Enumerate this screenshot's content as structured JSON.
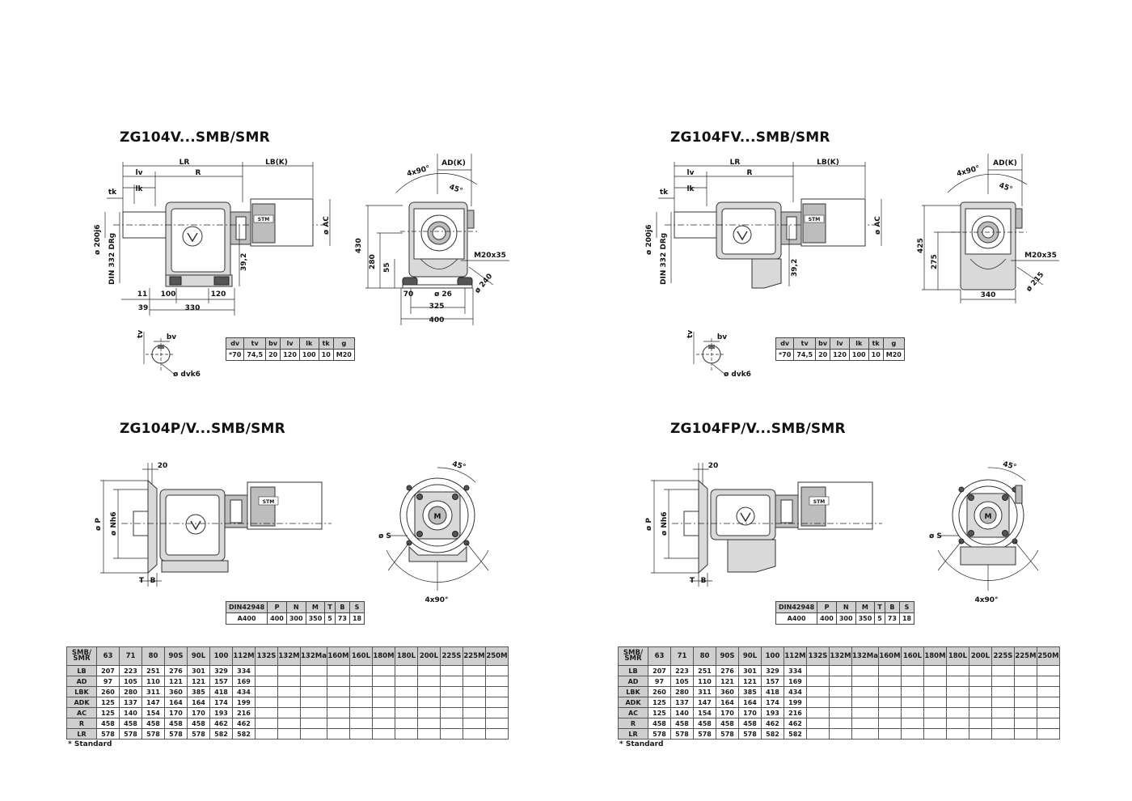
{
  "panels": [
    {
      "title": "ZG104V...SMB/SMR",
      "side_labels": {
        "lr": "LR",
        "lv": "lv",
        "r": "R",
        "lb": "LB(K)",
        "lk": "lk",
        "tk": "tk",
        "shaft": "ø 200j6",
        "din": "DIN 332 DRg",
        "ac": "ø AC",
        "h392": "39,2",
        "d11": "11",
        "d100": "100",
        "d120": "120",
        "d39": "39",
        "d330": "330"
      },
      "front_labels": {
        "angle": "4x90°",
        "adk": "AD(K)",
        "a45": "45°",
        "h_total": "430",
        "h_axis": "280",
        "h_foot": "55",
        "thread": "M20x35",
        "circle": "ø 240",
        "w70": "70",
        "hole": "ø 26",
        "w325": "325",
        "w400": "400"
      },
      "key_labels": {
        "tv": "tv",
        "bv": "bv",
        "dvk": "ø dvk6"
      },
      "key_table": {
        "headers": [
          "dv",
          "tv",
          "bv",
          "lv",
          "lk",
          "tk",
          "g"
        ],
        "values": [
          "*70",
          "74,5",
          "20",
          "120",
          "100",
          "10",
          "M20"
        ]
      }
    },
    {
      "title": "ZG104FV...SMB/SMR",
      "side_labels": {
        "lr": "LR",
        "lv": "lv",
        "r": "R",
        "lb": "LB(K)",
        "lk": "lk",
        "tk": "tk",
        "shaft": "ø 200j6",
        "din": "DIN 332 DRg",
        "ac": "ø AC",
        "h392": "39,2"
      },
      "front_labels": {
        "angle": "4x90°",
        "adk": "AD(K)",
        "a45": "45°",
        "h_total": "425",
        "h_axis": "275",
        "thread": "M20x35",
        "circle": "ø 215",
        "w340": "340"
      },
      "key_labels": {
        "tv": "tv",
        "bv": "bv",
        "dvk": "ø dvk6"
      },
      "key_table": {
        "headers": [
          "dv",
          "tv",
          "bv",
          "lv",
          "lk",
          "tk",
          "g"
        ],
        "values": [
          "*70",
          "74,5",
          "20",
          "120",
          "100",
          "10",
          "M20"
        ]
      }
    },
    {
      "title": "ZG104P/V...SMB/SMR",
      "side_labels": {
        "d20": "20",
        "p": "ø P",
        "n": "ø Nh6",
        "t": "T",
        "b": "B"
      },
      "front_labels": {
        "a45": "45°",
        "s": "ø S",
        "angle": "4x90°"
      },
      "flange_table": {
        "headers": [
          "DIN42948",
          "P",
          "N",
          "M",
          "T",
          "B",
          "S"
        ],
        "values": [
          "A400",
          "400",
          "300",
          "350",
          "5",
          "73",
          "18"
        ]
      }
    },
    {
      "title": "ZG104FP/V...SMB/SMR",
      "side_labels": {
        "d20": "20",
        "p": "ø P",
        "n": "ø Nh6",
        "t": "T",
        "b": "B"
      },
      "front_labels": {
        "a45": "45°",
        "s": "ø S",
        "angle": "4x90°"
      },
      "flange_table": {
        "headers": [
          "DIN42948",
          "P",
          "N",
          "M",
          "T",
          "B",
          "S"
        ],
        "values": [
          "A400",
          "400",
          "300",
          "350",
          "5",
          "73",
          "18"
        ]
      }
    }
  ],
  "motor_table": {
    "corner": [
      "SMB/",
      "SMR"
    ],
    "sizes": [
      "63",
      "71",
      "80",
      "90S",
      "90L",
      "100",
      "112M",
      "132S",
      "132M",
      "132Ma",
      "160M",
      "160L",
      "180M",
      "180L",
      "200L",
      "225S",
      "225M",
      "250M"
    ],
    "rows": [
      {
        "label": "LB",
        "values": [
          "207",
          "223",
          "251",
          "276",
          "301",
          "329",
          "334"
        ]
      },
      {
        "label": "AD",
        "values": [
          "97",
          "105",
          "110",
          "121",
          "121",
          "157",
          "169"
        ]
      },
      {
        "label": "LBK",
        "values": [
          "260",
          "280",
          "311",
          "360",
          "385",
          "418",
          "434"
        ]
      },
      {
        "label": "ADK",
        "values": [
          "125",
          "137",
          "147",
          "164",
          "164",
          "174",
          "199"
        ]
      },
      {
        "label": "AC",
        "values": [
          "125",
          "140",
          "154",
          "170",
          "170",
          "193",
          "216"
        ]
      },
      {
        "label": "R",
        "values": [
          "458",
          "458",
          "458",
          "458",
          "458",
          "462",
          "462"
        ]
      },
      {
        "label": "LR",
        "values": [
          "578",
          "578",
          "578",
          "578",
          "578",
          "582",
          "582"
        ]
      }
    ],
    "note": "* Standard"
  },
  "brand_plate": "STM"
}
